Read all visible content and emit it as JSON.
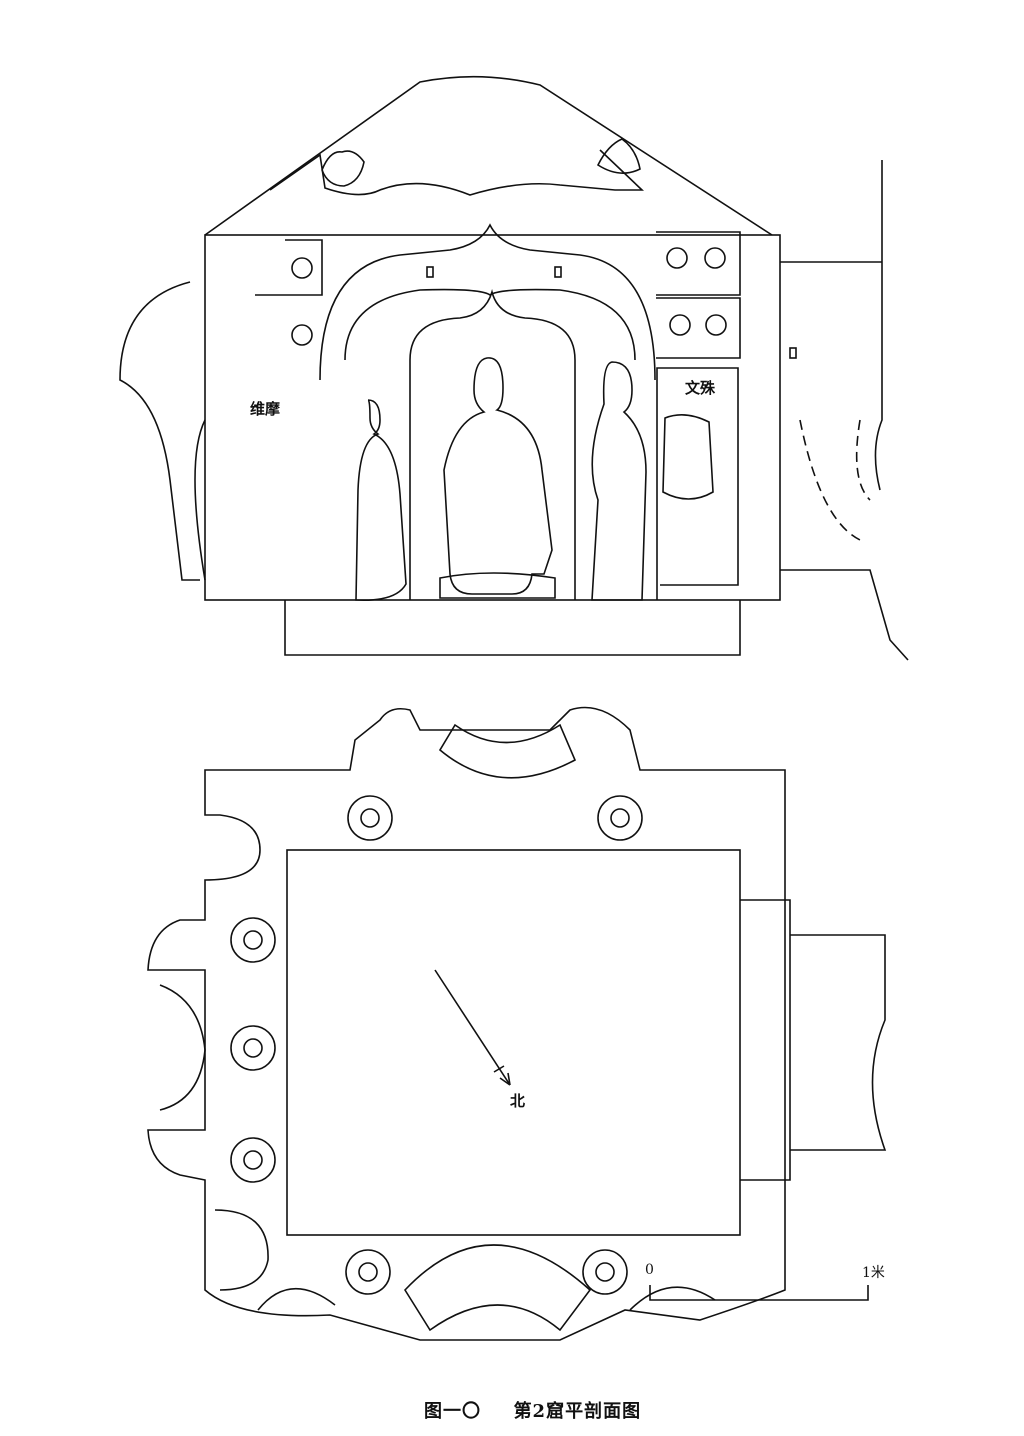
{
  "figure": {
    "caption_number": "图一〇",
    "caption_title": "第2窟平剖面图"
  },
  "section": {
    "label_left": "维摩",
    "label_right": "文殊"
  },
  "plan": {
    "north_label": "北"
  },
  "scale_bar": {
    "start_label": "0",
    "end_label": "1米"
  }
}
